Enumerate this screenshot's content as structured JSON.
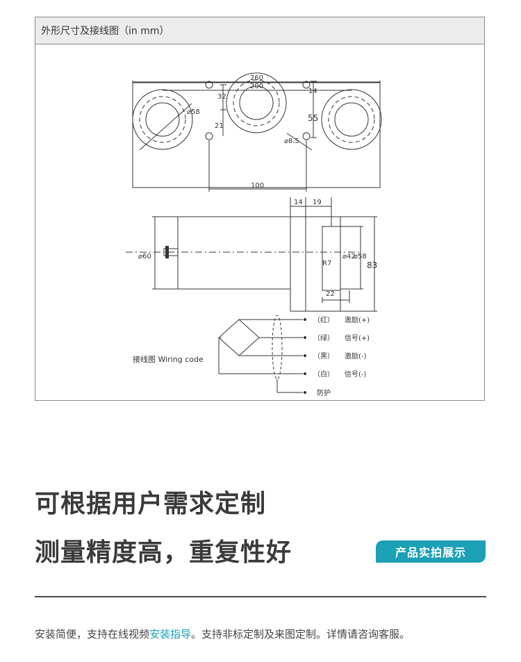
{
  "spec": {
    "title": "外形尺寸及接线图（in mm）",
    "dims": {
      "d260": "260",
      "d200": "200",
      "d32": "32",
      "d14a": "14",
      "d58a": "⌀58",
      "d21": "21",
      "d55": "55",
      "d85": "⌀8.5",
      "d100": "100",
      "d14b": "14",
      "d19": "19",
      "d60": "⌀60",
      "d42": "⌀42",
      "d58b": "⌀58",
      "d83": "83",
      "r7": "R7",
      "d22": "22"
    },
    "wiring": {
      "label": "接线图 Wiring code",
      "wires": [
        {
          "color": "（红）",
          "signal": "激励(+)"
        },
        {
          "color": "（绿）",
          "signal": "信号(+)"
        },
        {
          "color": "（黑）",
          "signal": "激励(-)"
        },
        {
          "color": "（白）",
          "signal": "信号(-)"
        }
      ],
      "shield": "防护"
    }
  },
  "promo": {
    "line1": "可根据用户需求定制",
    "line2": "测量精度高，重复性好",
    "tag": "产品实拍展示"
  },
  "footer": {
    "part1": "安装简便，支持在线视频",
    "highlight": "安装指导",
    "part2": "。支持非标定制及来图定制。详情请咨询客服。"
  }
}
